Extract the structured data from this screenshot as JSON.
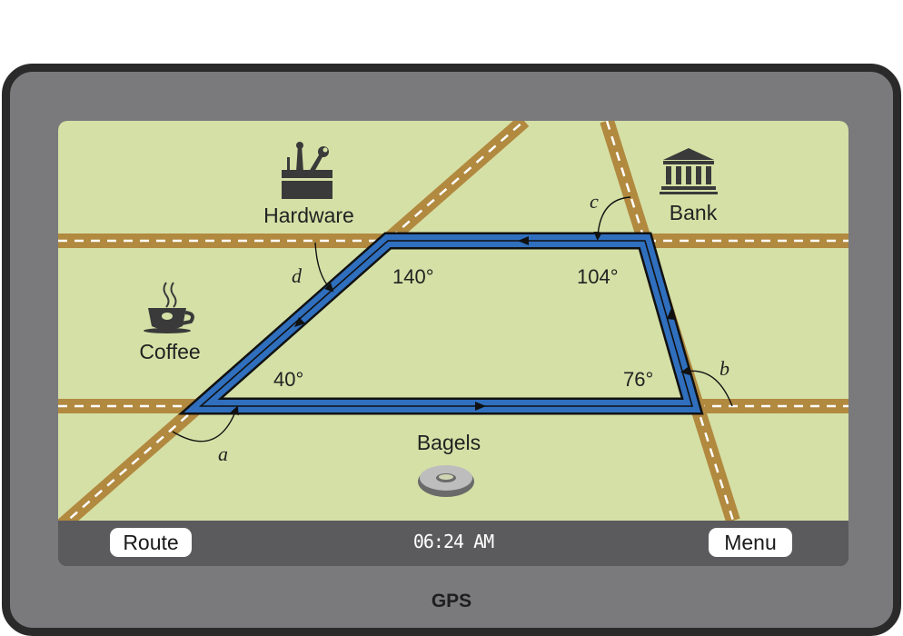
{
  "device": {
    "brand": "GPS"
  },
  "status_bar": {
    "route_label": "Route",
    "menu_label": "Menu",
    "time": "06:24 AM"
  },
  "places": {
    "hardware": "Hardware",
    "bank": "Bank",
    "coffee": "Coffee",
    "bagels": "Bagels"
  },
  "angles": {
    "top_left": "140°",
    "top_right": "104°",
    "bottom_left": "40°",
    "bottom_right": "76°"
  },
  "angle_labels": {
    "a": "a",
    "b": "b",
    "c": "c",
    "d": "d"
  },
  "colors": {
    "map_bg": "#d5e0a6",
    "road": "#b1893f",
    "route": "#2f6fbe",
    "screen_bar": "#5b5b5d",
    "bezel": "#7a7a7c"
  }
}
